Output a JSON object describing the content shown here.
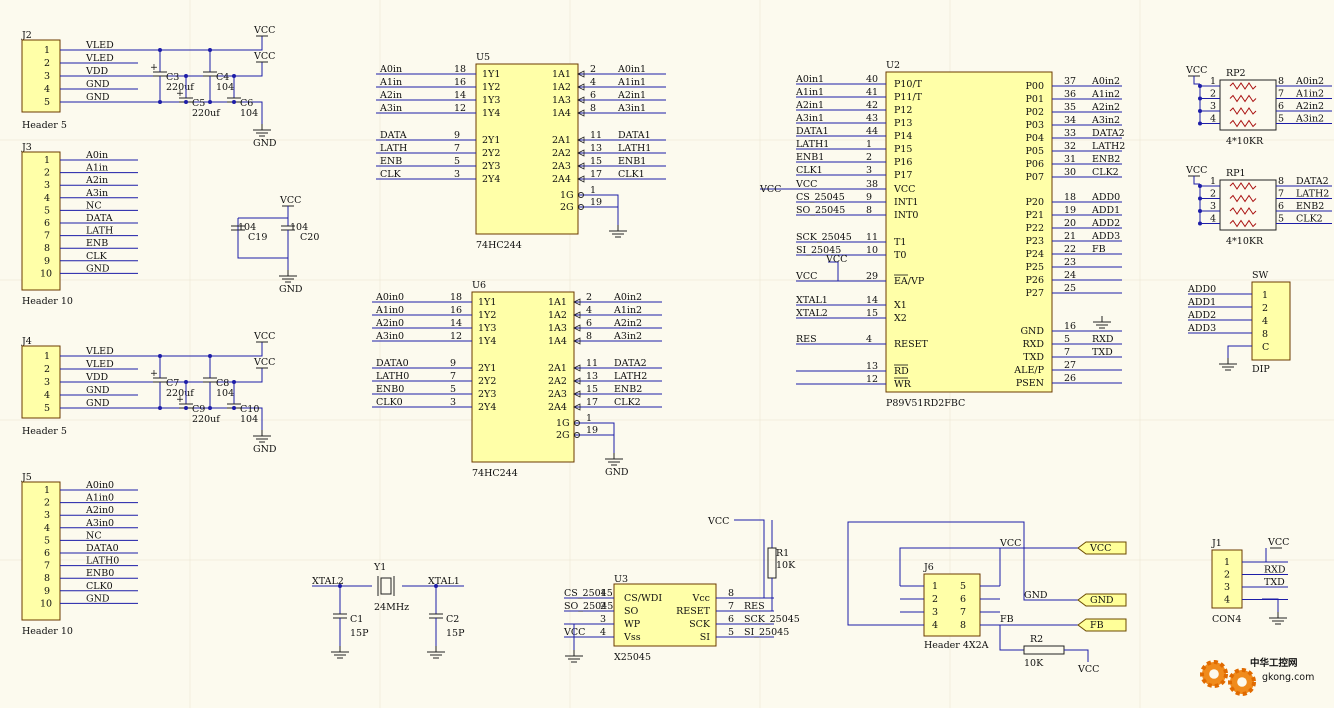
{
  "vcc": "VCC",
  "gnd": "GND",
  "j2": {
    "ref": "J2",
    "name": "Header 5",
    "pins": [
      "1",
      "2",
      "3",
      "4",
      "5"
    ],
    "nets": [
      "VLED",
      "VLED",
      "VDD",
      "GND",
      "GND"
    ]
  },
  "j4": {
    "ref": "J4",
    "name": "Header 5",
    "pins": [
      "1",
      "2",
      "3",
      "4",
      "5"
    ],
    "nets": [
      "VLED",
      "VLED",
      "VDD",
      "GND",
      "GND"
    ]
  },
  "j3": {
    "ref": "J3",
    "name": "Header 10",
    "pins": [
      "1",
      "2",
      "3",
      "4",
      "5",
      "6",
      "7",
      "8",
      "9",
      "10"
    ],
    "nets": [
      "A0in",
      "A1in",
      "A2in",
      "A3in",
      "NC",
      "DATA",
      "LATH",
      "ENB",
      "CLK",
      "GND"
    ]
  },
  "j5": {
    "ref": "J5",
    "name": "Header 10",
    "pins": [
      "1",
      "2",
      "3",
      "4",
      "5",
      "6",
      "7",
      "8",
      "9",
      "10"
    ],
    "nets": [
      "A0in0",
      "A1in0",
      "A2in0",
      "A3in0",
      "NC",
      "DATA0",
      "LATH0",
      "ENB0",
      "CLK0",
      "GND"
    ]
  },
  "caps_top": {
    "c3": "C3",
    "c3v": "220uf",
    "c4": "C4",
    "c4v": "104",
    "c5": "C5",
    "c5v": "220uf",
    "c6": "C6",
    "c6v": "104"
  },
  "caps_bot": {
    "c7": "C7",
    "c7v": "220uf",
    "c8": "C8",
    "c8v": "104",
    "c9": "C9",
    "c9v": "220uf",
    "c10": "C10",
    "c10v": "104"
  },
  "c19": {
    "ref": "C19",
    "val": "104"
  },
  "c20": {
    "ref": "C20",
    "val": "104"
  },
  "u5": {
    "ref": "U5",
    "part": "74HC244",
    "left_pins": [
      [
        "A0in",
        "18",
        "1Y1"
      ],
      [
        "A1in",
        "16",
        "1Y2"
      ],
      [
        "A2in",
        "14",
        "1Y3"
      ],
      [
        "A3in",
        "12",
        "1Y4"
      ],
      [
        "DATA",
        "9",
        "2Y1"
      ],
      [
        "LATH",
        "7",
        "2Y2"
      ],
      [
        "ENB",
        "5",
        "2Y3"
      ],
      [
        "CLK",
        "3",
        "2Y4"
      ]
    ],
    "right_pins": [
      [
        "1A1",
        "2",
        "A0in1"
      ],
      [
        "1A2",
        "4",
        "A1in1"
      ],
      [
        "1A3",
        "6",
        "A2in1"
      ],
      [
        "1A4",
        "8",
        "A3in1"
      ],
      [
        "2A1",
        "11",
        "DATA1"
      ],
      [
        "2A2",
        "13",
        "LATH1"
      ],
      [
        "2A3",
        "15",
        "ENB1"
      ],
      [
        "2A4",
        "17",
        "CLK1"
      ]
    ],
    "g1": "1G",
    "g2": "2G",
    "g1n": "1",
    "g2n": "19"
  },
  "u6": {
    "ref": "U6",
    "part": "74HC244",
    "left_pins": [
      [
        "A0in0",
        "18",
        "1Y1"
      ],
      [
        "A1in0",
        "16",
        "1Y2"
      ],
      [
        "A2in0",
        "14",
        "1Y3"
      ],
      [
        "A3in0",
        "12",
        "1Y4"
      ],
      [
        "DATA0",
        "9",
        "2Y1"
      ],
      [
        "LATH0",
        "7",
        "2Y2"
      ],
      [
        "ENB0",
        "5",
        "2Y3"
      ],
      [
        "CLK0",
        "3",
        "2Y4"
      ]
    ],
    "right_pins": [
      [
        "1A1",
        "2",
        "A0in2"
      ],
      [
        "1A2",
        "4",
        "A1in2"
      ],
      [
        "1A3",
        "6",
        "A2in2"
      ],
      [
        "1A4",
        "8",
        "A3in2"
      ],
      [
        "2A1",
        "11",
        "DATA2"
      ],
      [
        "2A2",
        "13",
        "LATH2"
      ],
      [
        "2A3",
        "15",
        "ENB2"
      ],
      [
        "2A4",
        "17",
        "CLK2"
      ]
    ],
    "g1": "1G",
    "g2": "2G",
    "g1n": "1",
    "g2n": "19"
  },
  "u2": {
    "ref": "U2",
    "part": "P89V51RD2FBC",
    "left": [
      [
        "A0in1",
        "40",
        "P10/T"
      ],
      [
        "A1in1",
        "41",
        "P11/T"
      ],
      [
        "A2in1",
        "42",
        "P12"
      ],
      [
        "A3in1",
        "43",
        "P13"
      ],
      [
        "DATA1",
        "44",
        "P14"
      ],
      [
        "LATH1",
        "1",
        "P15"
      ],
      [
        "ENB1",
        "2",
        "P16"
      ],
      [
        "CLK1",
        "3",
        "P17"
      ],
      [
        "VCC",
        "38",
        "VCC"
      ],
      [
        "CS_25045",
        "9",
        "INT1"
      ],
      [
        "SO_25045",
        "8",
        "INT0"
      ],
      [
        "SCK_25045",
        "11",
        "T1"
      ],
      [
        "SI_25045",
        "10",
        "T0"
      ],
      [
        "VCC",
        "29",
        "EA/VP"
      ],
      [
        "XTAL1",
        "14",
        "X1"
      ],
      [
        "XTAL2",
        "15",
        "X2"
      ],
      [
        "RES",
        "4",
        "RESET"
      ],
      [
        "",
        "13",
        "RD"
      ],
      [
        "",
        "12",
        "WR"
      ]
    ],
    "right": [
      [
        "P00",
        "37",
        "A0in2"
      ],
      [
        "P01",
        "36",
        "A1in2"
      ],
      [
        "P02",
        "35",
        "A2in2"
      ],
      [
        "P03",
        "34",
        "A3in2"
      ],
      [
        "P04",
        "33",
        "DATA2"
      ],
      [
        "P05",
        "32",
        "LATH2"
      ],
      [
        "P06",
        "31",
        "ENB2"
      ],
      [
        "P07",
        "30",
        "CLK2"
      ],
      [
        "P20",
        "18",
        "ADD0"
      ],
      [
        "P21",
        "19",
        "ADD1"
      ],
      [
        "P22",
        "20",
        "ADD2"
      ],
      [
        "P23",
        "21",
        "ADD3"
      ],
      [
        "P24",
        "22",
        "FB"
      ],
      [
        "P25",
        "23",
        ""
      ],
      [
        "P26",
        "24",
        ""
      ],
      [
        "P27",
        "25",
        ""
      ],
      [
        "GND",
        "16",
        ""
      ],
      [
        "RXD",
        "5",
        "RXD"
      ],
      [
        "TXD",
        "7",
        "TXD"
      ],
      [
        "ALE/P",
        "27",
        ""
      ],
      [
        "PSEN",
        "26",
        ""
      ]
    ]
  },
  "rp2": {
    "ref": "RP2",
    "val": "4*10KR",
    "left": [
      "1",
      "2",
      "3",
      "4"
    ],
    "right": [
      "8",
      "7",
      "6",
      "5"
    ],
    "nets": [
      "A0in2",
      "A1in2",
      "A2in2",
      "A3in2"
    ]
  },
  "rp1": {
    "ref": "RP1",
    "val": "4*10KR",
    "left": [
      "1",
      "2",
      "3",
      "4"
    ],
    "right": [
      "8",
      "7",
      "6",
      "5"
    ],
    "nets": [
      "DATA2",
      "LATH2",
      "ENB2",
      "CLK2"
    ]
  },
  "sw": {
    "ref": "SW",
    "part": "DIP",
    "pins": [
      "1",
      "2",
      "4",
      "8",
      "C"
    ],
    "nets": [
      "ADD0",
      "ADD1",
      "ADD2",
      "ADD3"
    ]
  },
  "crystal": {
    "ref": "Y1",
    "val": "24MHz",
    "xtal2": "XTAL2",
    "xtal1": "XTAL1",
    "c1": "C1",
    "c1v": "15P",
    "c2": "C2",
    "c2v": "15P"
  },
  "u3": {
    "ref": "U3",
    "part": "X25045",
    "left": [
      [
        "CS_25045",
        "1",
        "CS/WDI"
      ],
      [
        "SO_25045",
        "2",
        "SO"
      ],
      [
        "",
        "3",
        "WP"
      ],
      [
        "VCC",
        "4",
        "Vss"
      ]
    ],
    "right": [
      [
        "Vcc",
        "8",
        ""
      ],
      [
        "RESET",
        "7",
        "RES"
      ],
      [
        "SCK",
        "6",
        "SCK_25045"
      ],
      [
        "SI",
        "5",
        "SI_25045"
      ]
    ],
    "r1": "R1",
    "r1v": "10K"
  },
  "j6": {
    "ref": "J6",
    "part": "Header 4X2A",
    "left": [
      "1",
      "2",
      "3",
      "4"
    ],
    "right": [
      "5",
      "6",
      "7",
      "8"
    ],
    "r2": "R2",
    "r2v": "10K",
    "fb": "FB",
    "gndlbl": "GND"
  },
  "ports": [
    "VCC",
    "GND",
    "FB"
  ],
  "j1": {
    "ref": "J1",
    "part": "CON4",
    "pins": [
      "1",
      "2",
      "3",
      "4"
    ],
    "nets": [
      "",
      "RXD",
      "TXD",
      ""
    ]
  },
  "watermark": {
    "cn": "中华工控网",
    "url": "gkong.com"
  }
}
